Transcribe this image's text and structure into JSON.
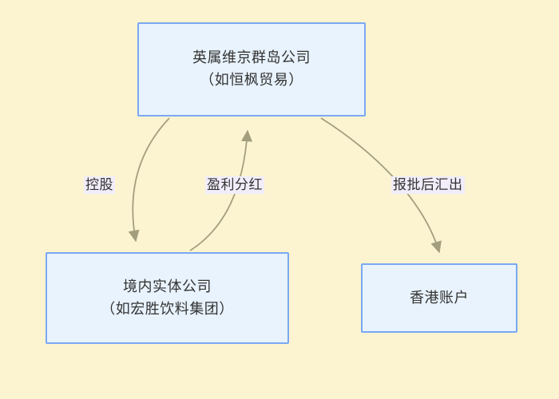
{
  "diagram": {
    "background_color": "#fcf4d1",
    "node_fill_color": "#e8f3fd",
    "node_border_color": "#7aa8f2",
    "edge_color": "#a39e7d",
    "label_highlight_color": "#f2edfa",
    "text_color": "#333333",
    "nodes": [
      {
        "id": "bvi",
        "line1": "英属维京群岛公司",
        "line2": "（如恒枫贸易）"
      },
      {
        "id": "domestic",
        "line1": "境内实体公司",
        "line2": "（如宏胜饮料集团）"
      },
      {
        "id": "hkaccount",
        "line1": "香港账户",
        "line2": ""
      }
    ],
    "edges": [
      {
        "id": "holding",
        "label": "控股",
        "from": "bvi",
        "to": "domestic"
      },
      {
        "id": "dividend",
        "label": "盈利分红",
        "from": "domestic",
        "to": "bvi"
      },
      {
        "id": "remit",
        "label": "报批后汇出",
        "from": "bvi",
        "to": "hkaccount"
      }
    ]
  }
}
